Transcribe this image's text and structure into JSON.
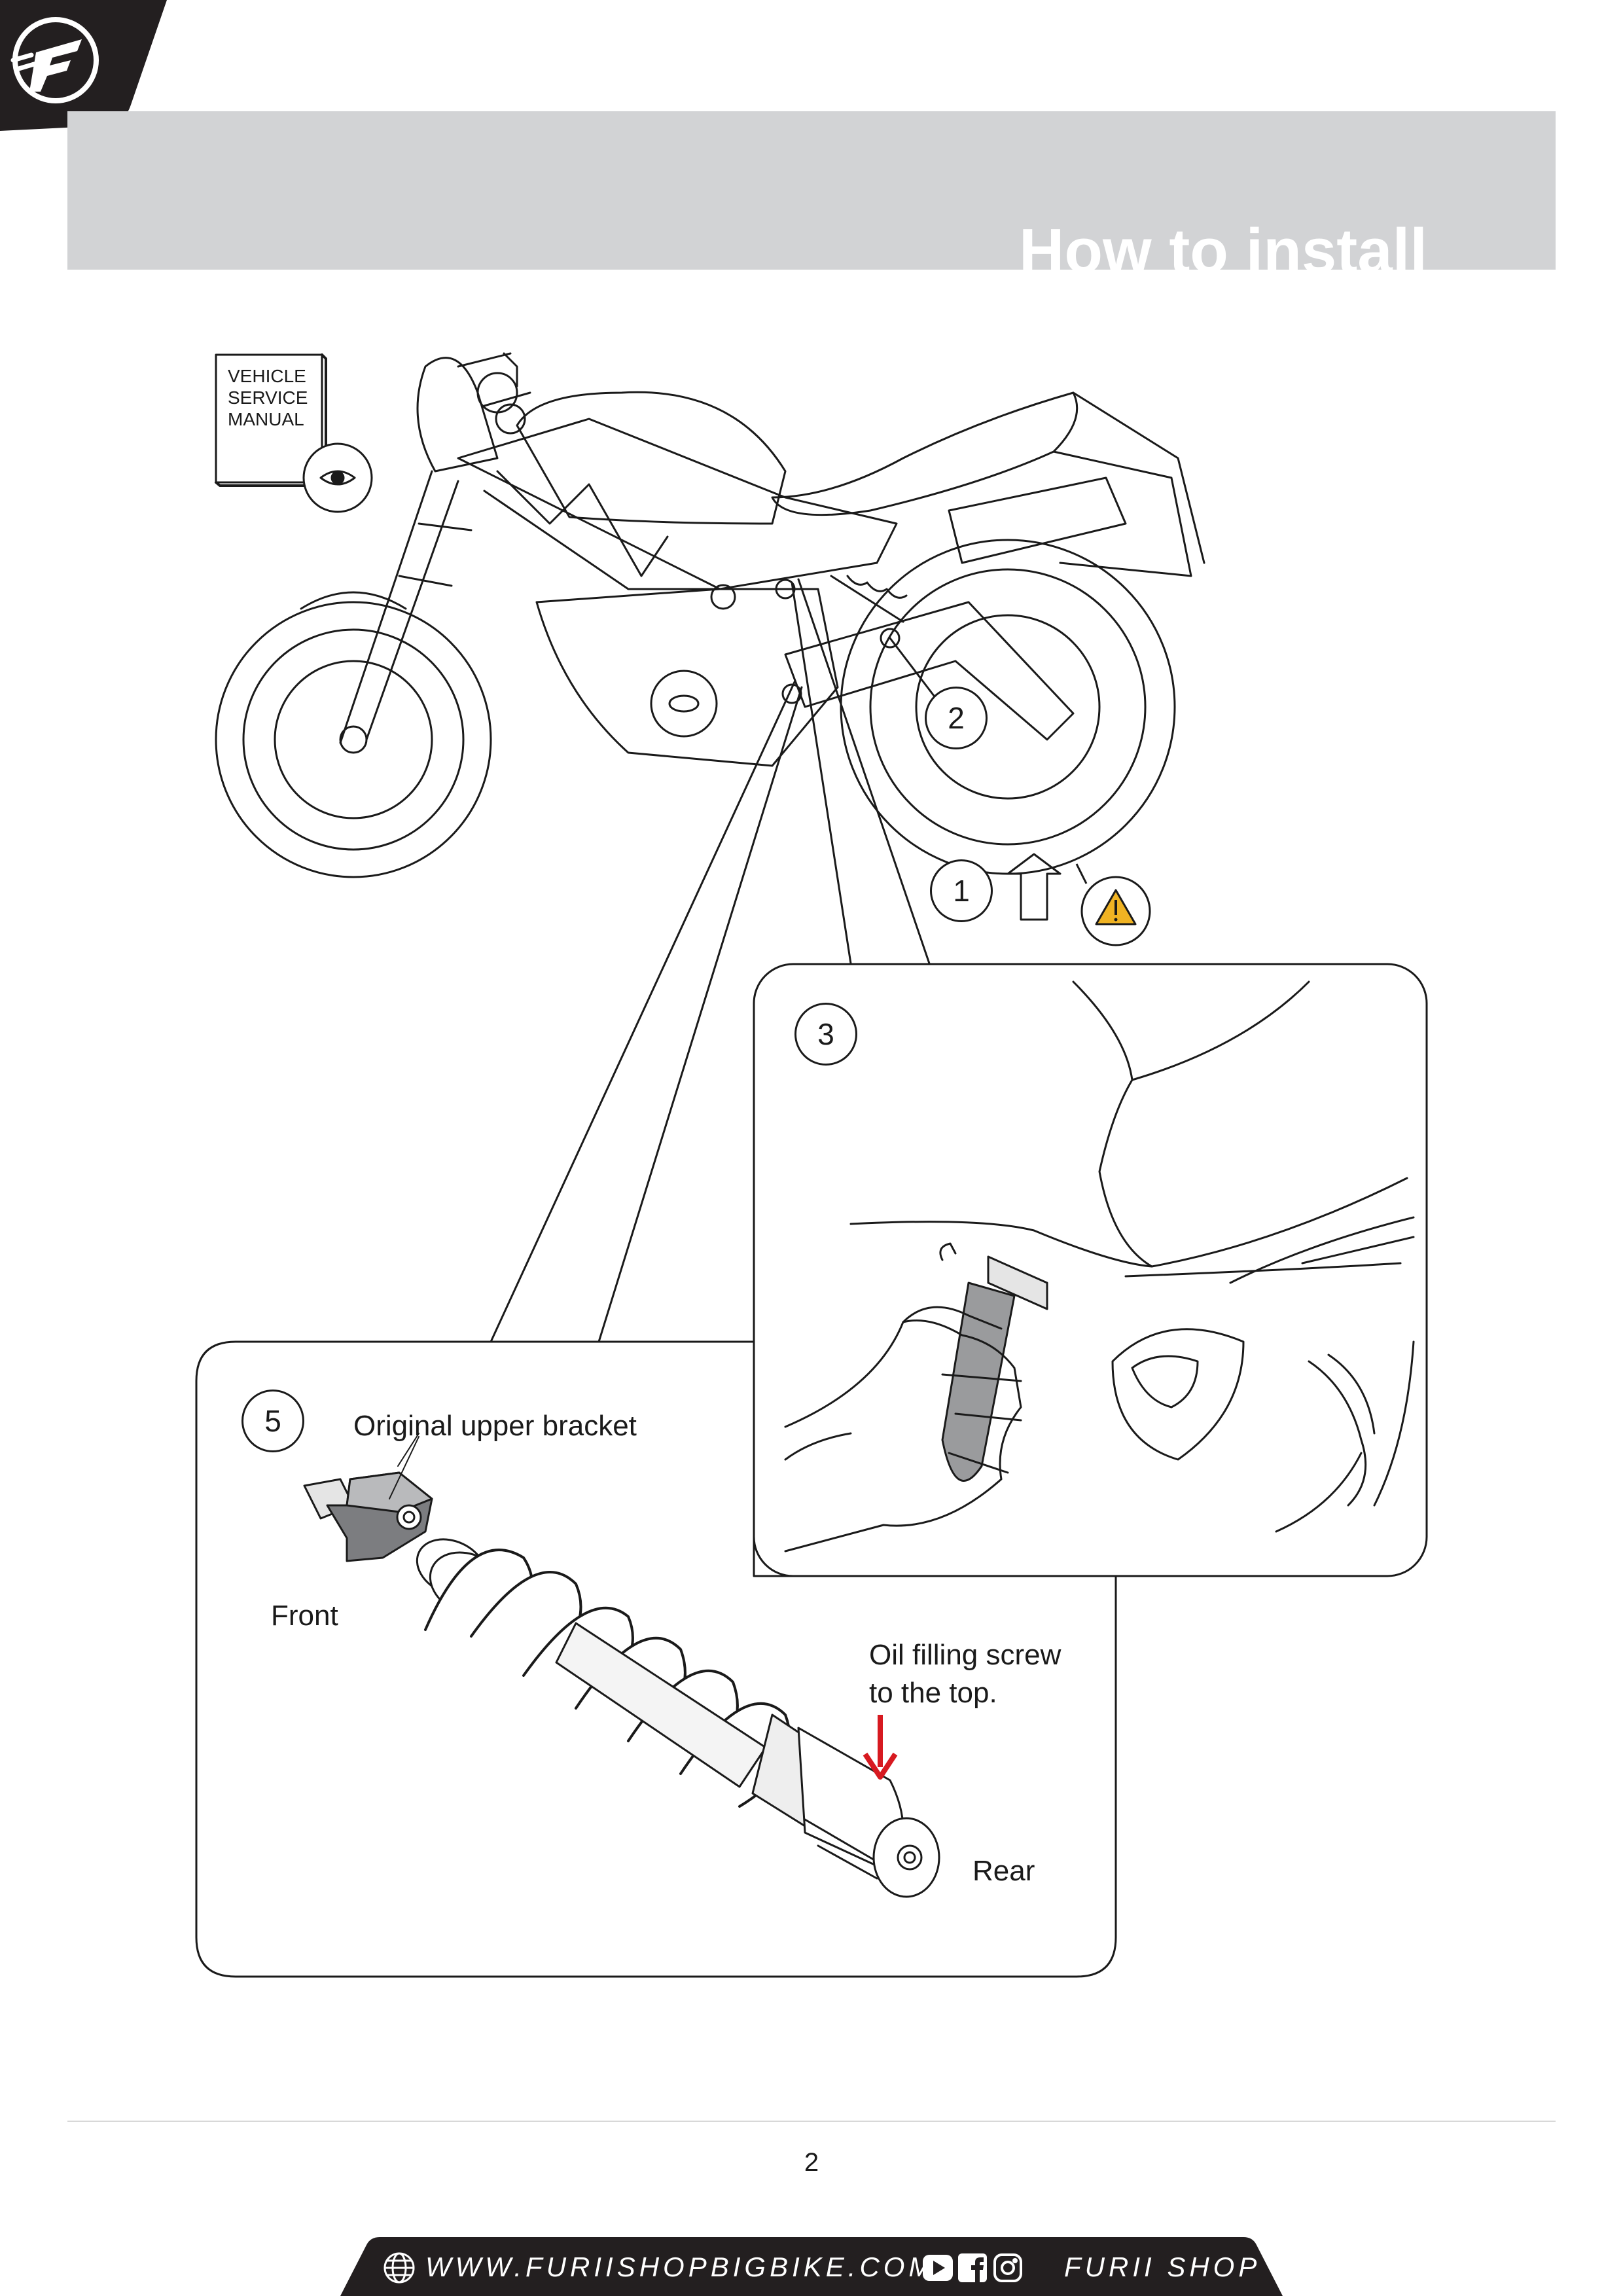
{
  "header": {
    "title": "How to install"
  },
  "manual": {
    "line1": "VEHICLE",
    "line2": "SERVICE",
    "line3": "MANUAL"
  },
  "steps": {
    "one": "1",
    "two": "2",
    "three": "3",
    "five": "5"
  },
  "labels": {
    "upper_bracket": "Original upper bracket",
    "front": "Front",
    "oil_line1": "Oil filling screw",
    "oil_line2": "to the top.",
    "rear": "Rear"
  },
  "footer": {
    "page_number": "2",
    "url": "WWW.FURIISHOPBIGBIKE.COM",
    "shop": "FURII SHOP"
  },
  "colors": {
    "header_band": "#d2d3d5",
    "warning": "#f0b323",
    "oil_arrow": "#d71920",
    "footer_bar": "#231f20"
  },
  "icons": [
    "brand-logo-icon",
    "eye-icon",
    "warning-icon",
    "up-arrow-icon",
    "globe-icon",
    "youtube-icon",
    "facebook-icon",
    "instagram-icon"
  ]
}
